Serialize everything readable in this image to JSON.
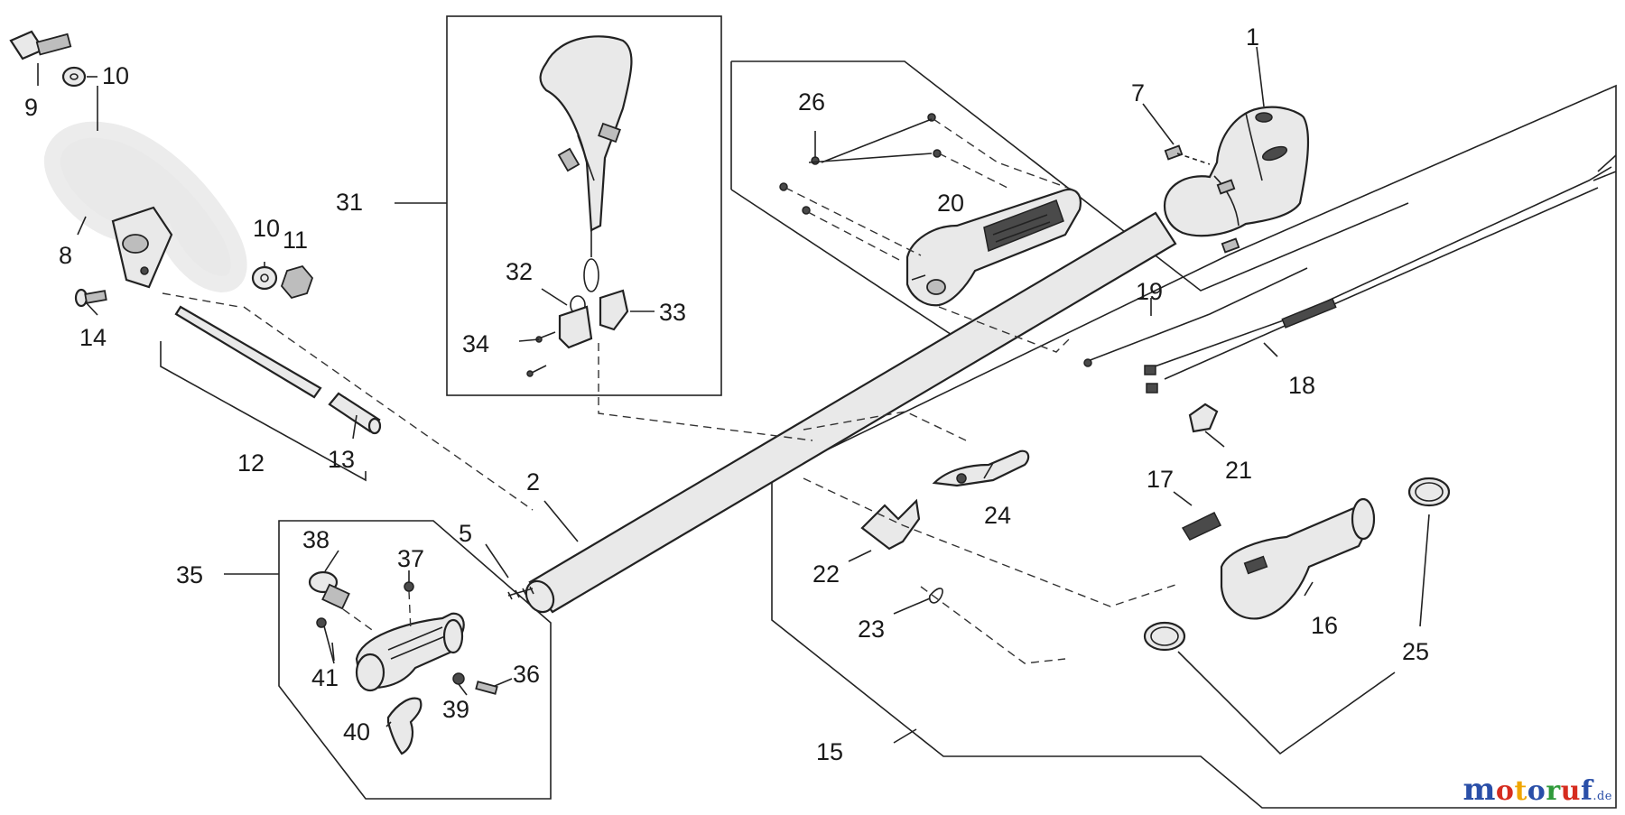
{
  "labels": {
    "p1": "1",
    "p2": "2",
    "p5": "5",
    "p7": "7",
    "p8": "8",
    "p9": "9",
    "p10a": "10",
    "p10b": "10",
    "p11": "11",
    "p12": "12",
    "p13": "13",
    "p14": "14",
    "p15": "15",
    "p16": "16",
    "p17": "17",
    "p18": "18",
    "p19": "19",
    "p20": "20",
    "p21": "21",
    "p22": "22",
    "p23": "23",
    "p24": "24",
    "p25": "25",
    "p26": "26",
    "p31": "31",
    "p32": "32",
    "p33": "33",
    "p34": "34",
    "p35": "35",
    "p36": "36",
    "p37": "37",
    "p38": "38",
    "p39": "39",
    "p40": "40",
    "p41": "41"
  },
  "watermark": {
    "m": "m",
    "o1": "o",
    "t": "t",
    "o2": "o",
    "r": "r",
    "u": "u",
    "f": "f",
    "de": ".de",
    "colors": [
      "#2a4fa8",
      "#d62c1f",
      "#f0a500",
      "#2a4fa8",
      "#2f9a3a",
      "#d62c1f",
      "#2a4fa8",
      "#2a4fa8"
    ]
  }
}
